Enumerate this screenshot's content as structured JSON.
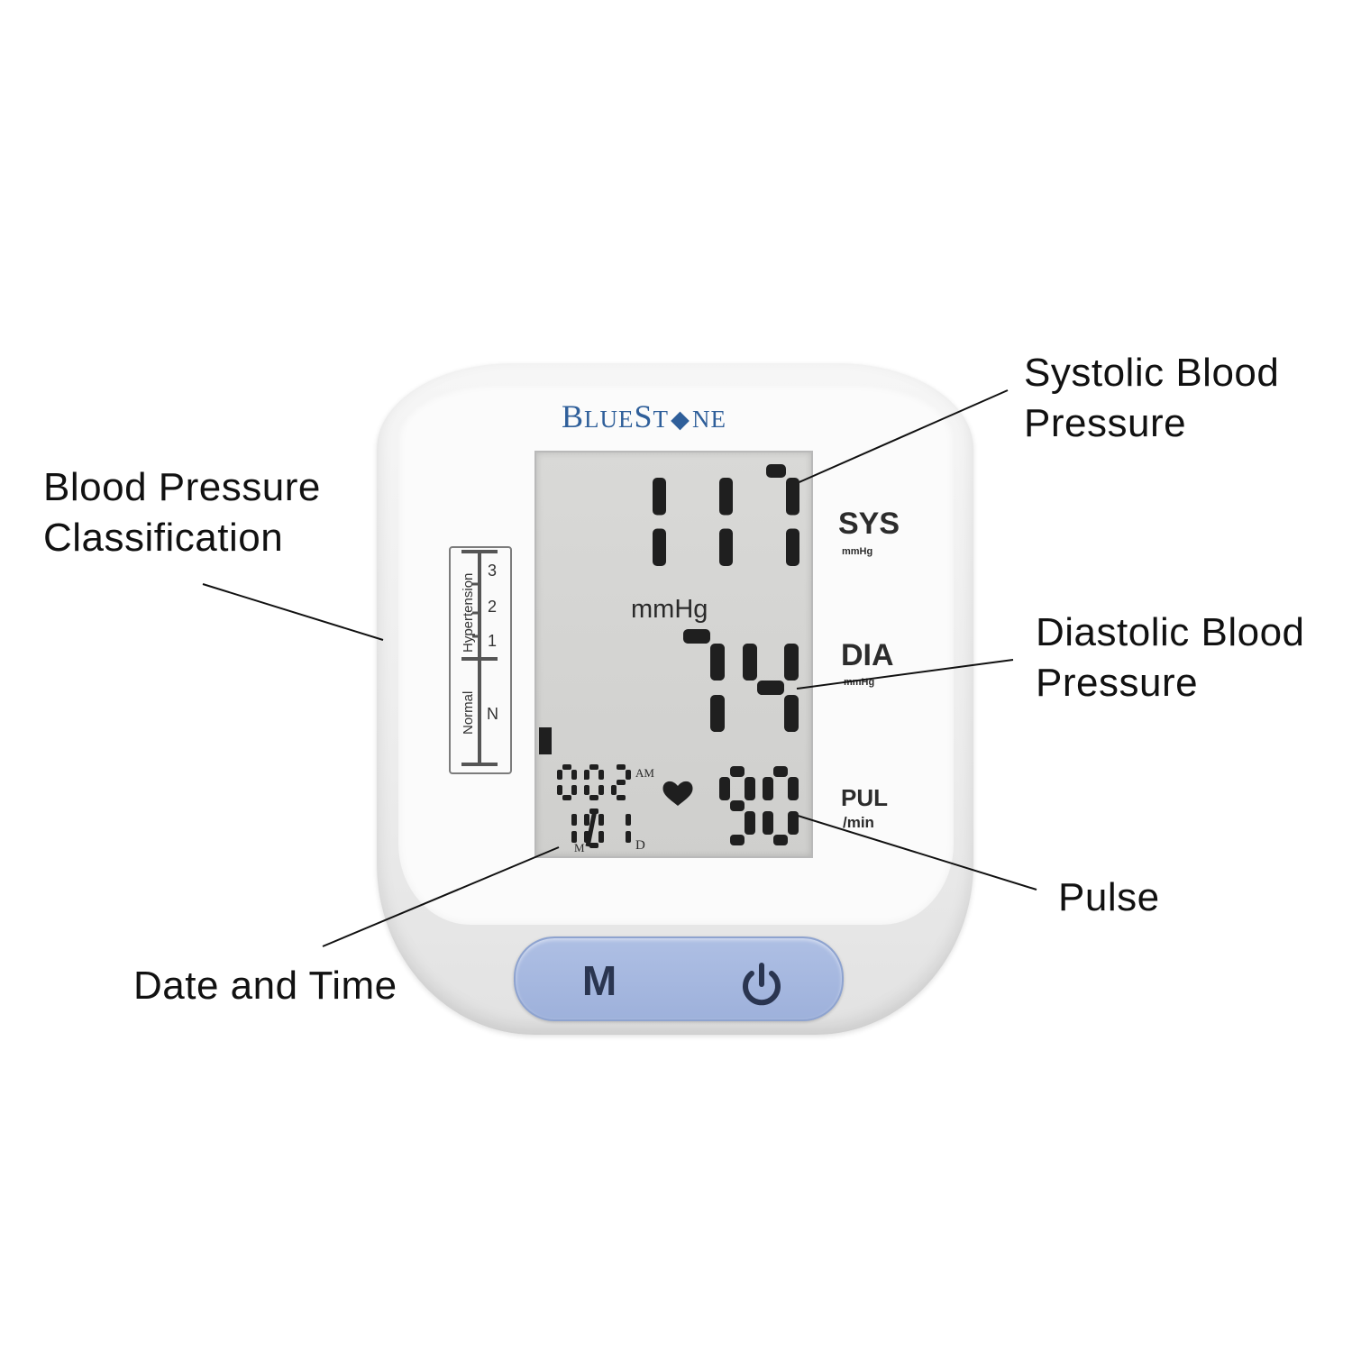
{
  "brand": {
    "first": "B",
    "rest1": "LUE",
    "s": "S",
    "t": "T",
    "rest2": "NE"
  },
  "callouts": {
    "classification": "Blood Pressure\nClassification",
    "systolic": "Systolic Blood\nPressure",
    "diastolic": "Diastolic Blood\nPressure",
    "pulse": "Pulse",
    "datetime": "Date and Time"
  },
  "display": {
    "systolic": "117",
    "diastolic": "74",
    "pulse": "90",
    "unit": "mmHg",
    "time": "0:02",
    "am": "AM",
    "date": "1/01",
    "month_label": "M",
    "day_label": "D"
  },
  "side_labels": {
    "sys": "SYS",
    "sys_unit": "mmHg",
    "dia": "DIA",
    "dia_unit": "mmHg",
    "pul": "PUL",
    "pul_unit": "/min"
  },
  "scale": {
    "normal": "Normal",
    "hypertension": "Hypertension",
    "ticks": [
      "3",
      "2",
      "1",
      "N"
    ]
  },
  "buttons": {
    "memory": "M",
    "power_icon": "power-icon"
  },
  "colors": {
    "brand": "#2f5f9a",
    "button": "#a8bae0",
    "lcd": "#d4d4d2",
    "segment": "#1f1f1f"
  }
}
